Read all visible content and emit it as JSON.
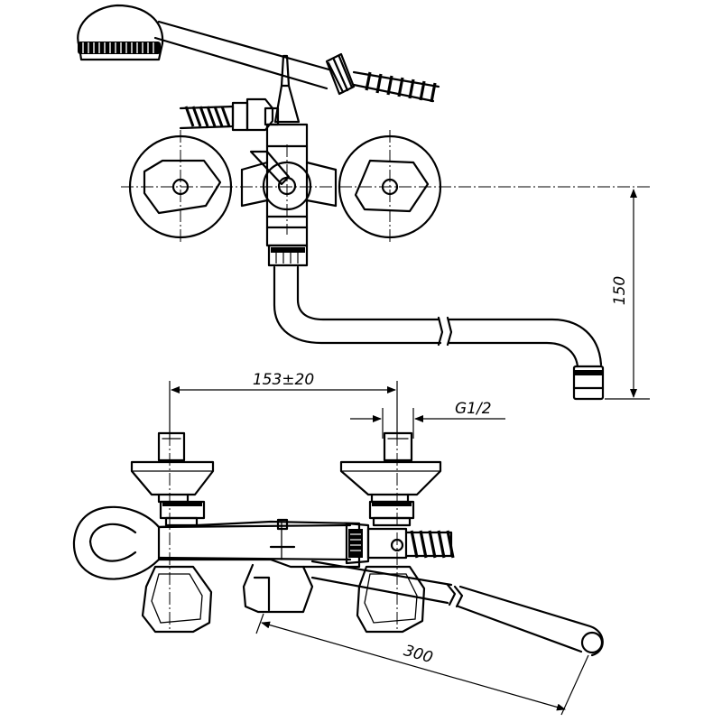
{
  "dimensions": {
    "spacing": "153±20",
    "thread": "G1/2",
    "height": "150",
    "hose_length": "300"
  }
}
